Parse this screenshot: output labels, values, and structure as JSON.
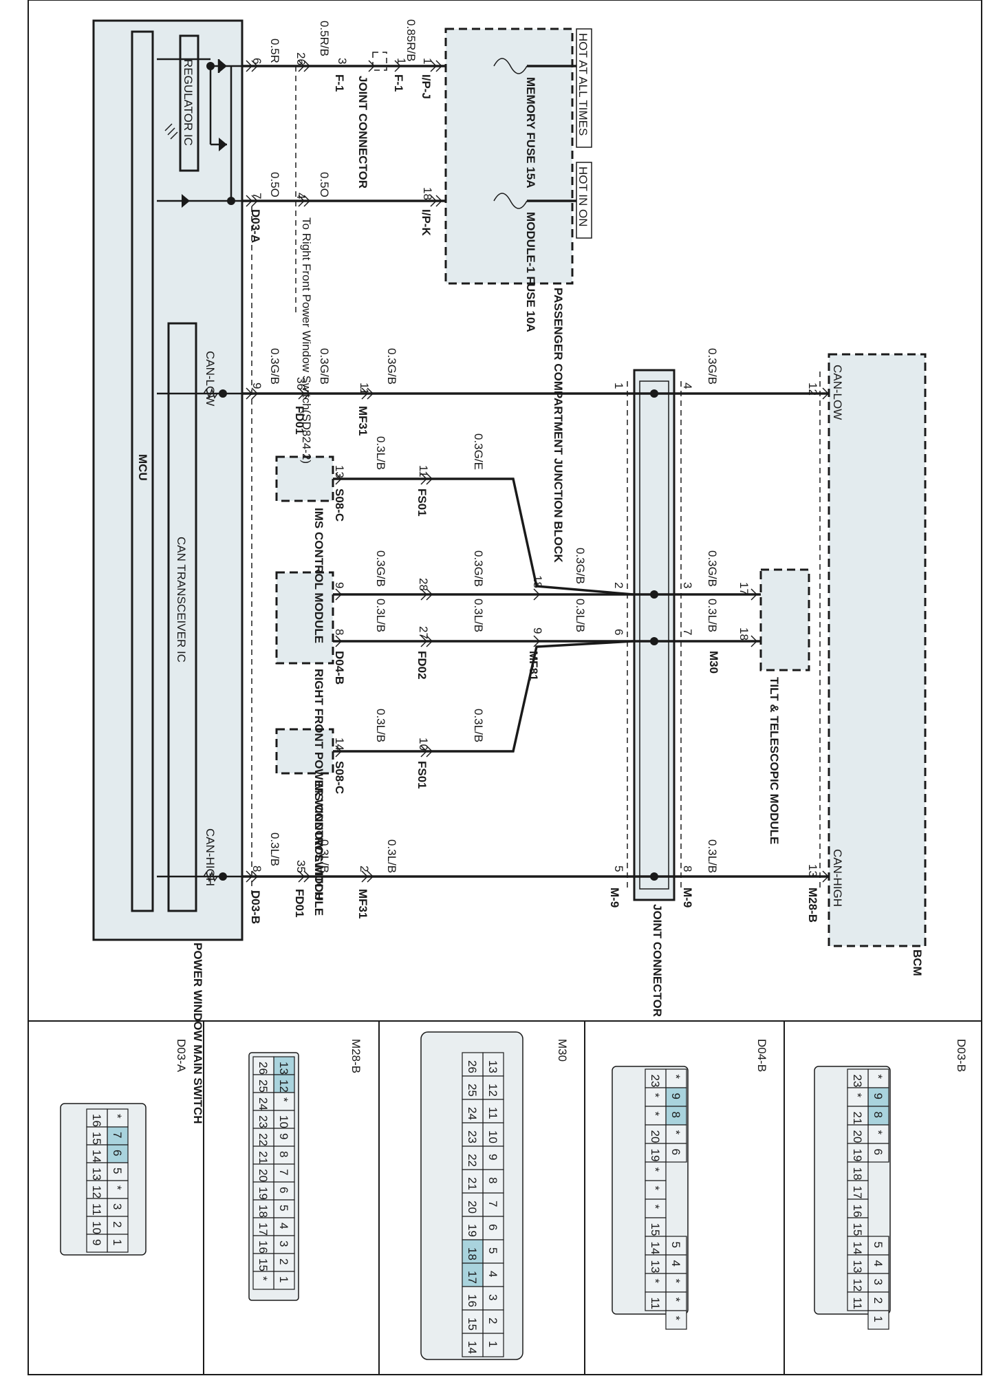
{
  "labels": {
    "hot_at_all_times": "HOT AT ALL TIMES",
    "hot_in_on": "HOT IN ON",
    "memory_fuse": "MEMORY FUSE 15A",
    "module1_fuse": "MODULE-1 FUSE 10A",
    "pcjb": "PASSENGER COMPARTMENT JUNCTION BLOCK",
    "regulator_ic": "REGULATOR IC",
    "mcu": "MCU",
    "can_transceiver": "CAN TRANSCEIVER IC",
    "can_low_mcu": "CAN-LOW",
    "can_high_mcu": "CAN-HIGH",
    "can_low_bcm": "CAN-LOW",
    "can_high_bcm": "CAN-HIGH",
    "bcm": "BCM",
    "power_window_main_switch": "POWER WINDOW MAIN SWITCH",
    "joint_connector_f": "JOINT CONNECTOR",
    "joint_connector_m": "JOINT CONNECTOR",
    "ims_control_module": "IMS CONTROL MODULE",
    "right_front_pw_switch": "RIGHT FRONT POWER WINDOW SWITCH",
    "tilt_telescopic": "TILT & TELESCOPIC MODULE",
    "to_right_front": "To Right Front Power Window Switch(SD824-2)"
  },
  "connector_refs": {
    "ipj": "I/P-J",
    "ipk": "I/P-K",
    "f1a": "F-1",
    "f1b": "F-1",
    "d03a": "D03-A",
    "d03b": "D03-B",
    "fd01a": "FD01",
    "fd01b": "FD01",
    "mf31a": "MF31",
    "mf31b": "MF31",
    "fs01a": "FS01",
    "fs01b": "FS01",
    "s08ca": "S08-C",
    "s08cb": "S08-C",
    "fd02": "FD02",
    "d04b": "D04-B",
    "mf81": "MF81",
    "m30": "M30",
    "m9a": "M-9",
    "m9b": "M-9",
    "m28b": "M28-B"
  },
  "wire_colors": {
    "w_085rb": "0.85R/B",
    "w_05rb": "0.5R/B",
    "w_05r": "0.5R",
    "w_05o_a": "0.5O",
    "w_05o_b": "0.5O",
    "w_03gb_1": "0.3G/B",
    "w_03gb_2": "0.3G/B",
    "w_03gb_3": "0.3G/B",
    "w_03gb_4": "0.3G/B",
    "w_03ge": "0.3G/E",
    "w_03lb_1": "0.3L/B",
    "w_03gb_5": "0.3G/B",
    "w_03lb_2": "0.3L/B",
    "w_03gb_6": "0.3G/B",
    "w_03lb_3": "0.3L/B",
    "w_03gb_7": "0.3G/B",
    "w_03lb_4": "0.3L/B",
    "w_03gb_8": "0.3G/B",
    "w_03lb_5": "0.3L/B",
    "w_03lb_6": "0.3L/B",
    "w_03lb_7": "0.3L/B",
    "w_03lb_8": "0.3L/B",
    "w_03lb_9": "0.3L/B",
    "w_03lb_10": "0.3L/B",
    "w_03lb_11": "0.3L/B"
  },
  "pins": {
    "p1a": "1",
    "p1b": "1",
    "p3": "3",
    "p26": "26",
    "p6": "6",
    "p18a": "18",
    "p4a": "4",
    "p7": "7",
    "p12": "12",
    "p4b": "4",
    "p1c": "1",
    "p11a": "11",
    "p36": "36",
    "p9a": "9",
    "p13a": "13",
    "p11b": "11",
    "p17": "17",
    "p3b": "3",
    "p2": "2",
    "p18b": "18",
    "p28": "28",
    "p9b": "9",
    "p18c": "18",
    "p7b": "7",
    "p6b": "6",
    "p9c": "9",
    "p27": "27",
    "p8a": "8",
    "p14": "14",
    "p10": "10",
    "p13b": "13",
    "p8b": "8",
    "p5": "5",
    "p2b": "2",
    "p35": "35",
    "p8c": "8"
  },
  "connector_views": {
    "d03b": {
      "title": "D03-B"
    },
    "d04b": {
      "title": "D04-B"
    },
    "m30": {
      "title": "M30"
    },
    "m28b": {
      "title": "M28-B"
    },
    "d03a": {
      "title": "D03-A"
    }
  },
  "colors": {
    "component_fill": "#e3ebee",
    "highlight_pin": "#a9d3dd",
    "line": "#1a1a1a"
  }
}
